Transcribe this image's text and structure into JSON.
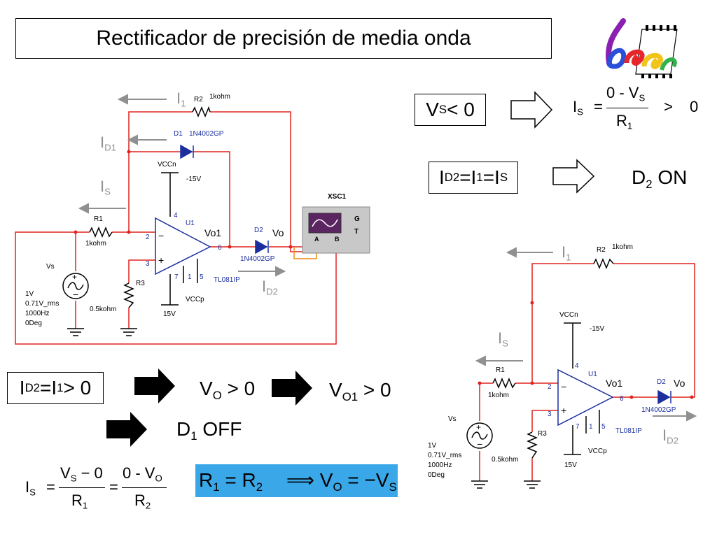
{
  "title": "Rectificador de precisión de media onda",
  "colors": {
    "wire": "#e0231f",
    "component": "#1b2f9e",
    "current": "#909090",
    "highlight": "#3aa8e8"
  },
  "circuit_left": {
    "i1": "I",
    "i1_sub": "1",
    "r2": "R2",
    "r2_val": "1kohm",
    "id1": "I",
    "id1_sub": "D1",
    "d1": "D1",
    "d1_part": "1N4002GP",
    "vccn": "VCCn",
    "vccn_val": "-15V",
    "is": "I",
    "is_sub": "S",
    "r1": "R1",
    "r1_val": "1kohm",
    "u1": "U1",
    "pin4": "4",
    "pin2": "2",
    "pin3": "3",
    "pin6": "6",
    "pin7": "7",
    "pin1": "1",
    "pin5": "5",
    "vo1": "Vo1",
    "d2": "D2",
    "vo": "Vo",
    "d2_part": "1N4002GP",
    "opamp": "TL081IP",
    "id2": "I",
    "id2_sub": "D2",
    "vccp": "VCCp",
    "vccp_val": "15V",
    "vs": "Vs",
    "vs_amp": "1V",
    "vs_rms": "0.71V_rms",
    "vs_freq": "1000Hz",
    "vs_phase": "0Deg",
    "r3": "R3",
    "r3_val": "0.5kohm",
    "xsc": "XSC1",
    "xsc_g": "G",
    "xsc_t": "T",
    "xsc_a": "A",
    "xsc_b": "B"
  },
  "circuit_right": {
    "i1": "I",
    "i1_sub": "1",
    "r2": "R2",
    "r2_val": "1kohm",
    "vccn": "VCCn",
    "vccn_val": "-15V",
    "is": "I",
    "is_sub": "S",
    "r1": "R1",
    "r1_val": "1kohm",
    "u1": "U1",
    "pin4": "4",
    "pin2": "2",
    "pin3": "3",
    "pin6": "6",
    "pin7": "7",
    "pin1": "1",
    "pin5": "5",
    "vo1": "Vo1",
    "d2": "D2",
    "vo": "Vo",
    "d2_part": "1N4002GP",
    "opamp": "TL081IP",
    "id2": "I",
    "id2_sub": "D2",
    "vccp": "VCCp",
    "vccp_val": "15V",
    "vs": "Vs",
    "vs_amp": "1V",
    "vs_rms": "0.71V_rms",
    "vs_freq": "1000Hz",
    "vs_phase": "0Deg",
    "r3": "R3",
    "r3_val": "0.5kohm"
  },
  "eq": {
    "vs_lt0": {
      "v": "V",
      "sub": "S",
      "rest": " < 0"
    },
    "is_frac": {
      "lhs": "I",
      "lhs_sub": "S",
      "eq": "=",
      "num": "0 - V",
      "num_sub": "S",
      "den": "R",
      "den_sub": "1",
      "gt": ">",
      "rhs": "0"
    },
    "id2_box": {
      "a": "I",
      "a_sub": "D2",
      "b": "=I",
      "b_sub": "1",
      "c": "=I",
      "c_sub": "S"
    },
    "d2_on": {
      "d": "D",
      "sub": "2",
      "rest": " ON"
    },
    "id2_gt0": {
      "a": "I",
      "a_sub": "D2",
      "b": "=I",
      "b_sub": "1",
      "rest": " > 0"
    },
    "vo_gt0": {
      "v": "V",
      "sub": "O",
      "rest": " > 0"
    },
    "vo1_gt0": {
      "v": "V",
      "sub": "O1",
      "rest": " > 0"
    },
    "d1_off": {
      "d": "D",
      "sub": "1",
      "rest": " OFF"
    },
    "bottom": {
      "lhs": "I",
      "lhs_sub": "S",
      "eq1": "=",
      "n1": "V",
      "n1_sub": "S",
      "n1_rest": " − 0",
      "d1": "R",
      "d1_sub": "1",
      "eq2": "=",
      "n2": "0 - V",
      "n2_sub": "O",
      "d2": "R",
      "d2_sub": "2"
    },
    "result": {
      "r1": "R",
      "r1_sub": "1",
      "eq": " = ",
      "r2": "R",
      "r2_sub": "2",
      "imp": "⟹",
      "vo": "V",
      "vo_sub": "O",
      "eq2": " = −V",
      "vs_sub": "S"
    }
  },
  "logo_icon": "dee-logo-icon"
}
